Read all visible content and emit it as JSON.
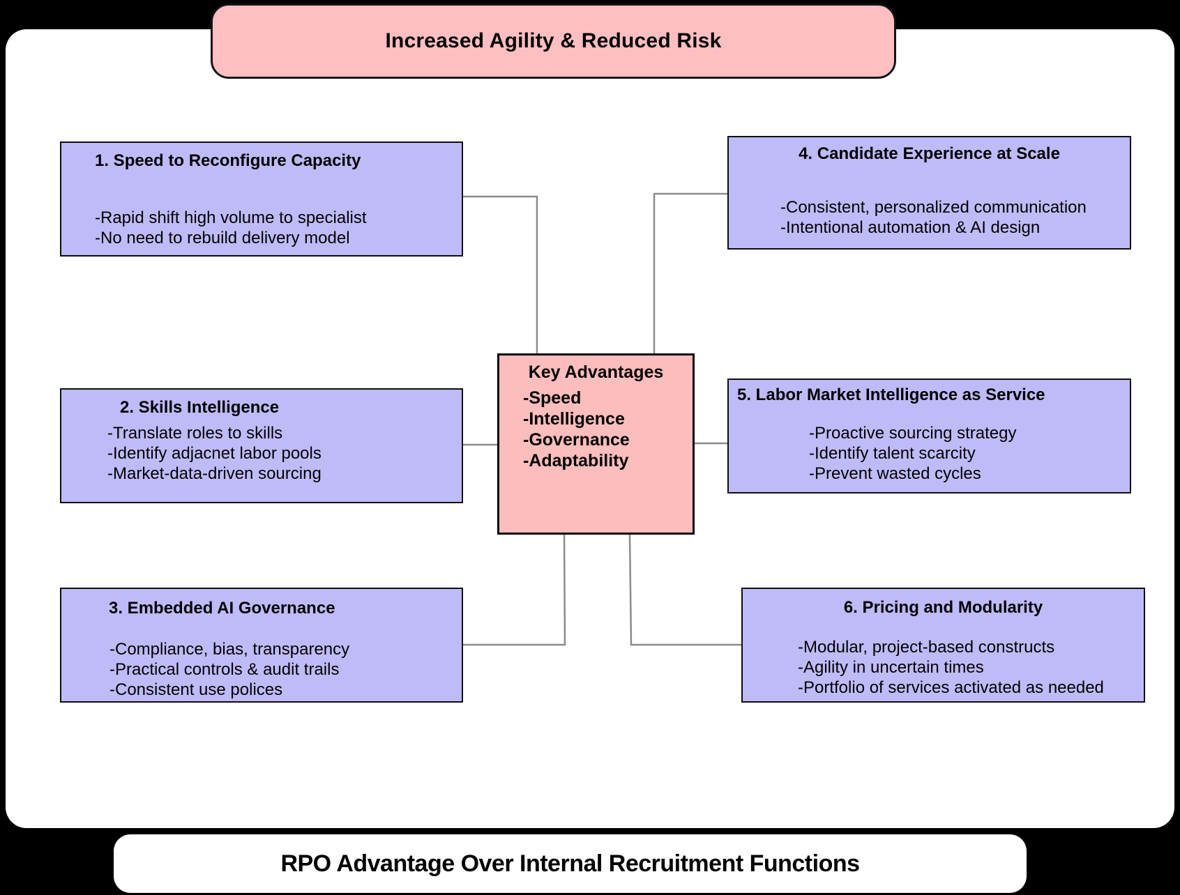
{
  "title_banner": {
    "label": "Increased Agility & Reduced Risk"
  },
  "footer_banner": {
    "label": "RPO Advantage Over Internal Recruitment Functions"
  },
  "center_box": {
    "title": "Key Advantages",
    "items": [
      "-Speed",
      "-Intelligence",
      "-Governance",
      "-Adaptability"
    ]
  },
  "boxes": [
    {
      "title": "1. Speed to Reconfigure Capacity",
      "lines": [
        "-Rapid shift high volume to specialist",
        "-No need to rebuild delivery model"
      ]
    },
    {
      "title": "2. Skills Intelligence",
      "lines": [
        "-Translate roles to skills",
        "-Identify adjacnet labor pools",
        "-Market-data-driven sourcing"
      ]
    },
    {
      "title": "3. Embedded AI Governance",
      "lines": [
        "-Compliance, bias, transparency",
        "-Practical controls & audit trails",
        "-Consistent use polices"
      ]
    },
    {
      "title": "4. Candidate Experience at Scale",
      "lines": [
        "-Consistent, personalized communication",
        "-Intentional automation & AI design"
      ]
    },
    {
      "title": "5. Labor Market Intelligence as Service",
      "lines": [
        "-Proactive sourcing strategy",
        "-Identify talent scarcity",
        "-Prevent wasted cycles"
      ]
    },
    {
      "title": "6. Pricing and Modularity",
      "lines": [
        "-Modular, project-based constructs",
        "-Agility in uncertain times",
        "-Portfolio of services activated as needed"
      ]
    }
  ],
  "colors": {
    "background": "#000000",
    "panel": "#ffffff",
    "purple_box": "#bfbbf8",
    "pink_banner": "#ffbfc2",
    "pink_center": "#fcbdbd",
    "connector": "#8b8b8b",
    "text": "#000000"
  }
}
